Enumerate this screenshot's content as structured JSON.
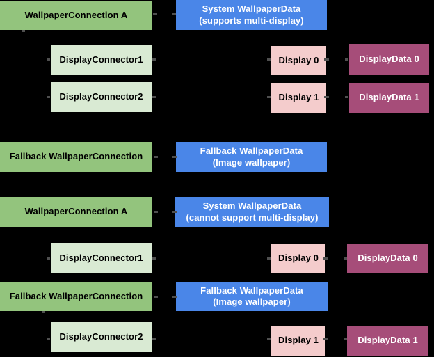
{
  "palette": {
    "background": "#000000",
    "connection_green": "#93c47d",
    "connector_light_green": "#d9ead3",
    "wallpaper_data_blue": "#4a86e8",
    "display_pink": "#f4cccc",
    "display_data_magenta": "#a64d79",
    "connector_line": "#4f4f4f",
    "text_dark": "#000000",
    "text_light": "#ffffff"
  },
  "scenario_supported": {
    "wallpaper_connection_a": "WallpaperConnection A",
    "system_wallpaper_data": {
      "line1": "System WallpaperData",
      "line2": "(supports multi-display)"
    },
    "display_connector_1": "DisplayConnector1",
    "display_0": "Display 0",
    "display_data_0": "DisplayData 0",
    "display_connector_2": "DisplayConnector2",
    "display_1": "Display 1",
    "display_data_1": "DisplayData 1",
    "fallback_wallpaper_connection": "Fallback WallpaperConnection",
    "fallback_wallpaper_data": {
      "line1": "Fallback WallpaperData",
      "line2": "(Image wallpaper)"
    }
  },
  "scenario_unsupported": {
    "wallpaper_connection_a": "WallpaperConnection A",
    "system_wallpaper_data": {
      "line1": "System WallpaperData",
      "line2": "(cannot support multi-display)"
    },
    "display_connector_1": "DisplayConnector1",
    "display_0": "Display 0",
    "display_data_0": "DisplayData 0",
    "fallback_wallpaper_connection": "Fallback WallpaperConnection",
    "fallback_wallpaper_data": {
      "line1": "Fallback WallpaperData",
      "line2": "(Image wallpaper)"
    },
    "display_connector_2": "DisplayConnector2",
    "display_1": "Display 1",
    "display_data_1": "DisplayData 1"
  }
}
